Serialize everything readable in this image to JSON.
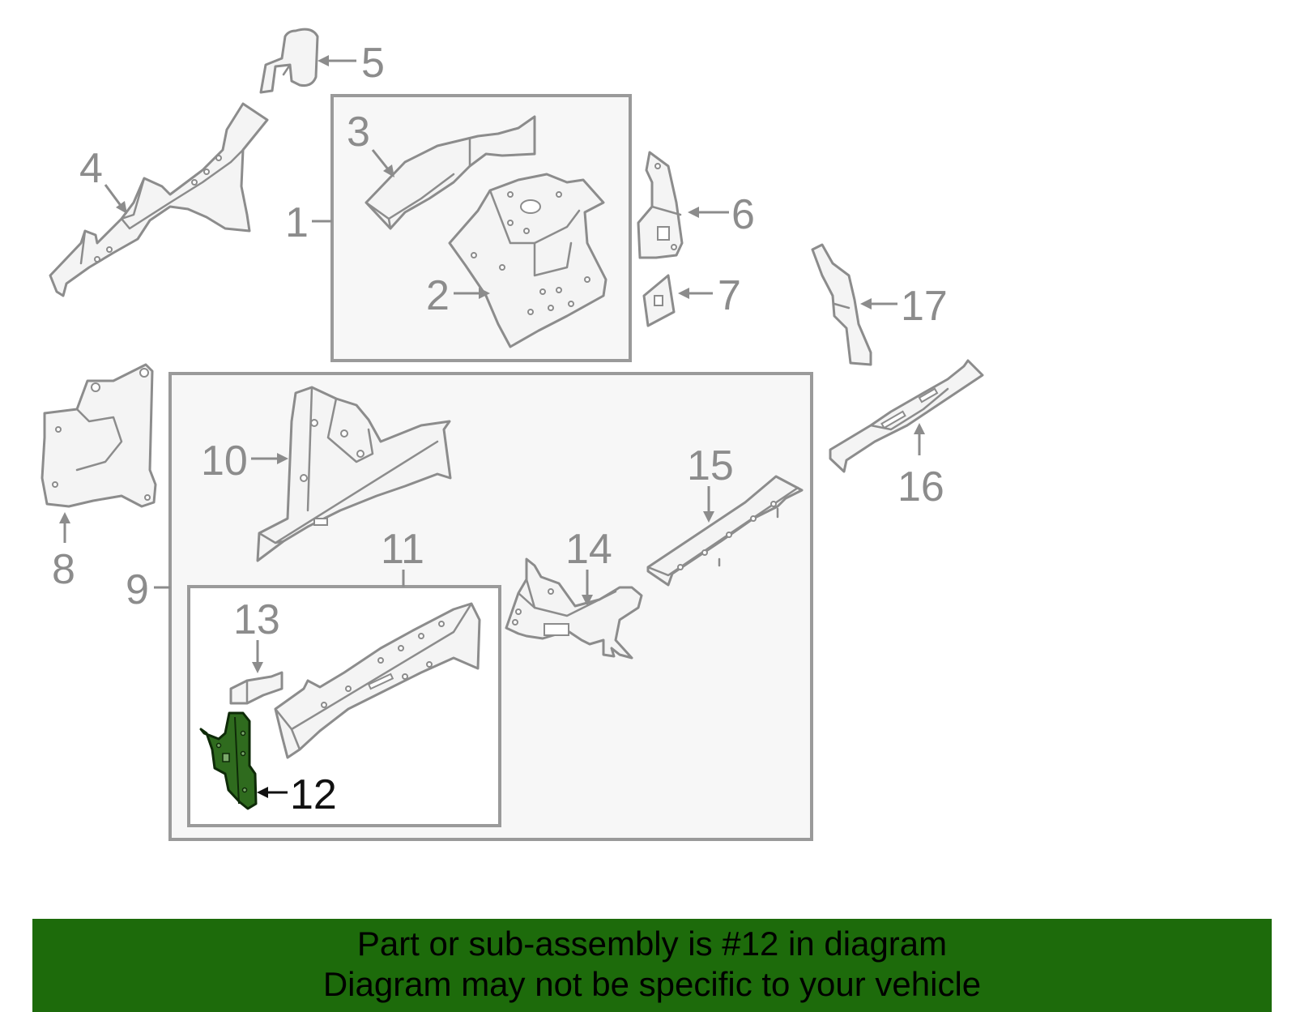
{
  "callouts": {
    "c1": "1",
    "c2": "2",
    "c3": "3",
    "c4": "4",
    "c5": "5",
    "c6": "6",
    "c7": "7",
    "c8": "8",
    "c9": "9",
    "c10": "10",
    "c11": "11",
    "c12": "12",
    "c13": "13",
    "c14": "14",
    "c15": "15",
    "c16": "16",
    "c17": "17"
  },
  "highlighted_part": "12",
  "colors": {
    "highlight": "#2f6b1e",
    "banner": "#1d6b0b",
    "line": "#8c8c8c"
  },
  "banner": {
    "line1": "Part or sub-assembly is #12 in diagram",
    "line2": "Diagram may not be specific to your vehicle"
  }
}
